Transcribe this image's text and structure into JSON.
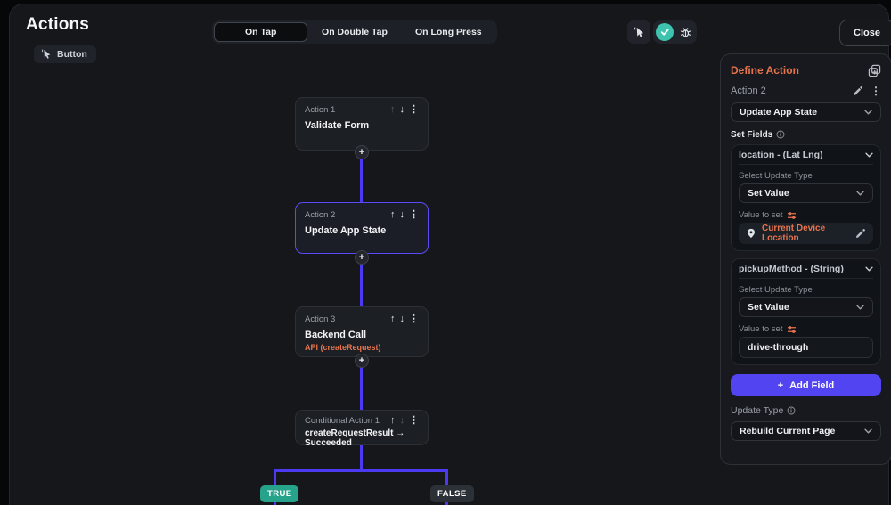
{
  "app": {
    "title": "Actions",
    "close_label": "Close"
  },
  "trigger": {
    "label": "Button"
  },
  "tabs": [
    {
      "label": "On Tap",
      "active": true
    },
    {
      "label": "On Double Tap",
      "active": false
    },
    {
      "label": "On Long Press",
      "active": false
    }
  ],
  "icons": {
    "move_up": "↑",
    "move_down": "↓",
    "menu": "⋮",
    "add": "+"
  },
  "flow": {
    "nodes": [
      {
        "label": "Action 1",
        "title": "Validate Form"
      },
      {
        "label": "Action 2",
        "title": "Update App State"
      },
      {
        "label": "Action 3",
        "title": "Backend Call",
        "subtitle": "API (createRequest)"
      },
      {
        "label": "Conditional Action 1",
        "title": "createRequestResult → Succeeded"
      }
    ],
    "true_label": "TRUE",
    "false_label": "FALSE"
  },
  "panel": {
    "title": "Define Action",
    "action_name": "Action 2",
    "action_type": "Update App State",
    "set_fields_label": "Set Fields",
    "fields": [
      {
        "name": "location - (Lat Lng)",
        "update_type_label": "Select Update Type",
        "update_type": "Set Value",
        "value_label": "Value to set",
        "value": "Current Device Location"
      },
      {
        "name": "pickupMethod - (String)",
        "update_type_label": "Select Update Type",
        "update_type": "Set Value",
        "value_label": "Value to set",
        "value": "drive-through"
      }
    ],
    "add_field_label": "Add Field",
    "update_type_label": "Update Type",
    "update_type_value": "Rebuild Current Page"
  },
  "colors": {
    "accent": "#4b3aef",
    "orange": "#e8744e",
    "teal_true": "#27a28b",
    "check_teal": "#3ec3ae",
    "add_button": "#5244f0"
  }
}
